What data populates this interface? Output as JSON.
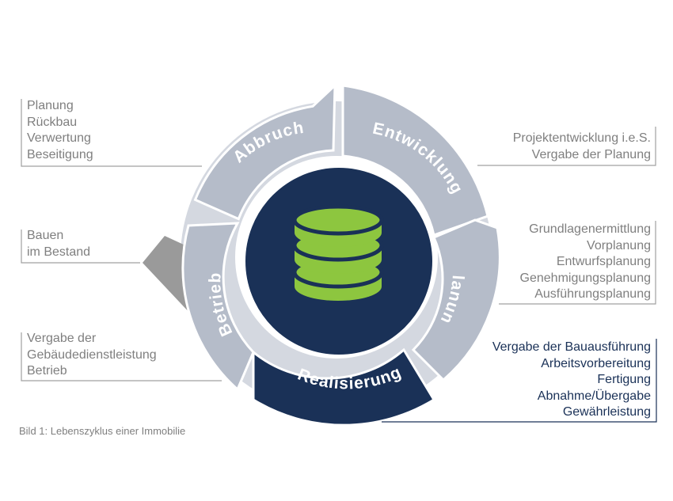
{
  "segments": {
    "abbruch": "Abbruch",
    "entwicklung": "Entwicklung",
    "planung": "Planung",
    "realisierung": "Realisierung",
    "betrieb": "Betrieb"
  },
  "notes": {
    "abbruch": [
      "Planung",
      "Rückbau",
      "Verwertung",
      "Beseitigung"
    ],
    "bestand": [
      "Bauen",
      "im Bestand"
    ],
    "betrieb": [
      "Vergabe der",
      "Gebäudedienstleistung",
      "Betrieb"
    ],
    "entwicklung": [
      "Projektentwicklung i.e.S.",
      "Vergabe der Planung"
    ],
    "planung": [
      "Grundlagenermittlung",
      "Vorplanung",
      "Entwurfsplanung",
      "Genehmigungsplanung",
      "Ausführungsplanung"
    ],
    "realisierung": [
      "Vergabe der Bauausführung",
      "Arbeitsvorbereitung",
      "Fertigung",
      "Abnahme/Übergabe",
      "Gewährleistung"
    ]
  },
  "caption": "Bild 1: Lebenszyklus einer Immobilie",
  "colors": {
    "segment_gray": "#b5bcc9",
    "segment_active": "#1a3157",
    "center": "#1a3157",
    "database": "#8dc63f",
    "note_text": "#7f7f7f",
    "note_text_active": "#1a3157",
    "bestand_arrow": "#9a9a9a"
  },
  "icons": {
    "center": "database-icon"
  }
}
